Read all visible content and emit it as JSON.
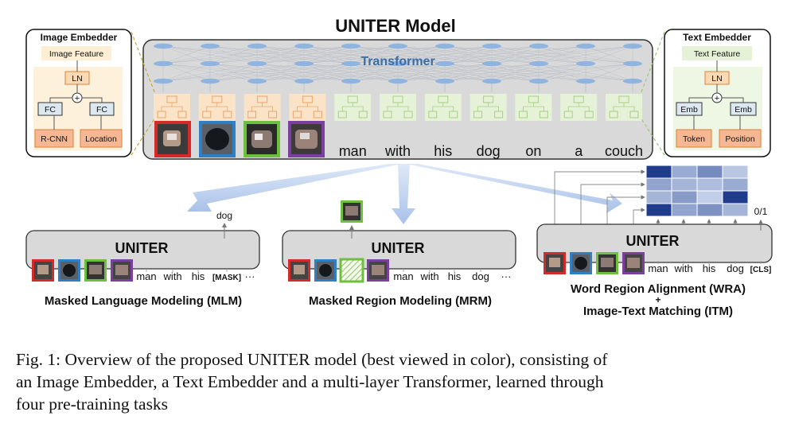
{
  "title": "UNITER Model",
  "transformer_label": "Transformer",
  "image_embedder": {
    "title": "Image Embedder",
    "feature": "Image Feature",
    "ln": "LN",
    "plus": "+",
    "fc1": "FC",
    "fc2": "FC",
    "rcnn": "R-CNN",
    "location": "Location"
  },
  "text_embedder": {
    "title": "Text Embedder",
    "feature": "Text Feature",
    "ln": "LN",
    "plus": "+",
    "emb1": "Emb",
    "emb2": "Emb",
    "token": "Token",
    "position": "Position"
  },
  "words": [
    "man",
    "with",
    "his",
    "dog",
    "on",
    "a",
    "couch"
  ],
  "colors": {
    "red": "#d42a2a",
    "blue": "#2f7fc4",
    "green": "#6fbf3f",
    "purple": "#7b3fa0",
    "orange_fill": "#fbe3c8",
    "orange_stroke": "#e8a56b",
    "green_fill": "#e6f2d8",
    "green_stroke": "#a8cf84",
    "transformer_fill": "#d9d9d9",
    "transformer_label": "#3a6ea5",
    "node": "#8fb4e0"
  },
  "tasks": {
    "mlm": {
      "box_label": "UNITER",
      "output": "dog",
      "tokens": [
        "man",
        "with",
        "his",
        "[MASK]",
        "···"
      ],
      "name": "Masked Language Modeling (MLM)"
    },
    "mrm": {
      "box_label": "UNITER",
      "tokens": [
        "man",
        "with",
        "his",
        "dog",
        "···"
      ],
      "name": "Masked Region Modeling (MRM)"
    },
    "wra": {
      "box_label": "UNITER",
      "tokens": [
        "man",
        "with",
        "his",
        "dog",
        "[CLS]"
      ],
      "output": "0/1",
      "name_line1": "Word Region Alignment (WRA)",
      "name_plus": "+",
      "name_line2": "Image-Text Matching (ITM)"
    }
  },
  "alignment_matrix_levels": [
    [
      1.0,
      0.35,
      0.55,
      0.2
    ],
    [
      0.4,
      0.3,
      0.25,
      0.35
    ],
    [
      0.3,
      0.45,
      0.15,
      1.0
    ],
    [
      1.0,
      0.4,
      0.5,
      0.3
    ]
  ],
  "caption": {
    "line1": "Fig. 1: Overview of the proposed UNITER model (best viewed in color), consisting of",
    "line2": "an Image Embedder, a Text Embedder and a multi-layer Transformer, learned through",
    "line3": "four pre-training tasks"
  }
}
